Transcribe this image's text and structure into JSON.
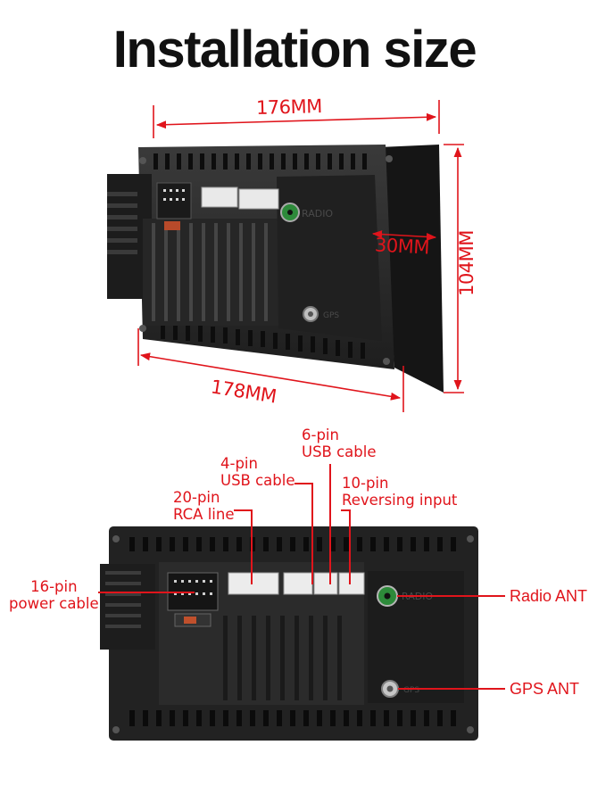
{
  "title": "Installation size",
  "dimensions": {
    "top_width": "176MM",
    "height": "104MM",
    "depth": "30MM",
    "bottom_width": "178MM"
  },
  "connectors": {
    "six_pin": [
      "6-pin",
      "USB cable"
    ],
    "four_pin": [
      "4-pin",
      "USB cable"
    ],
    "ten_pin": [
      "10-pin",
      "Reversing input"
    ],
    "twenty_pin": [
      "20-pin",
      "RCA line"
    ],
    "sixteen_pin": [
      "16-pin",
      "power cable"
    ],
    "radio_ant": "Radio ANT",
    "gps_ant": "GPS ANT"
  },
  "device_markings": {
    "radio": "RADIO",
    "gps": "GPS"
  },
  "colors": {
    "annotation_red": "#e0141b",
    "device_body": "#2a2a2a",
    "antenna_green": "#2d8a3a"
  }
}
